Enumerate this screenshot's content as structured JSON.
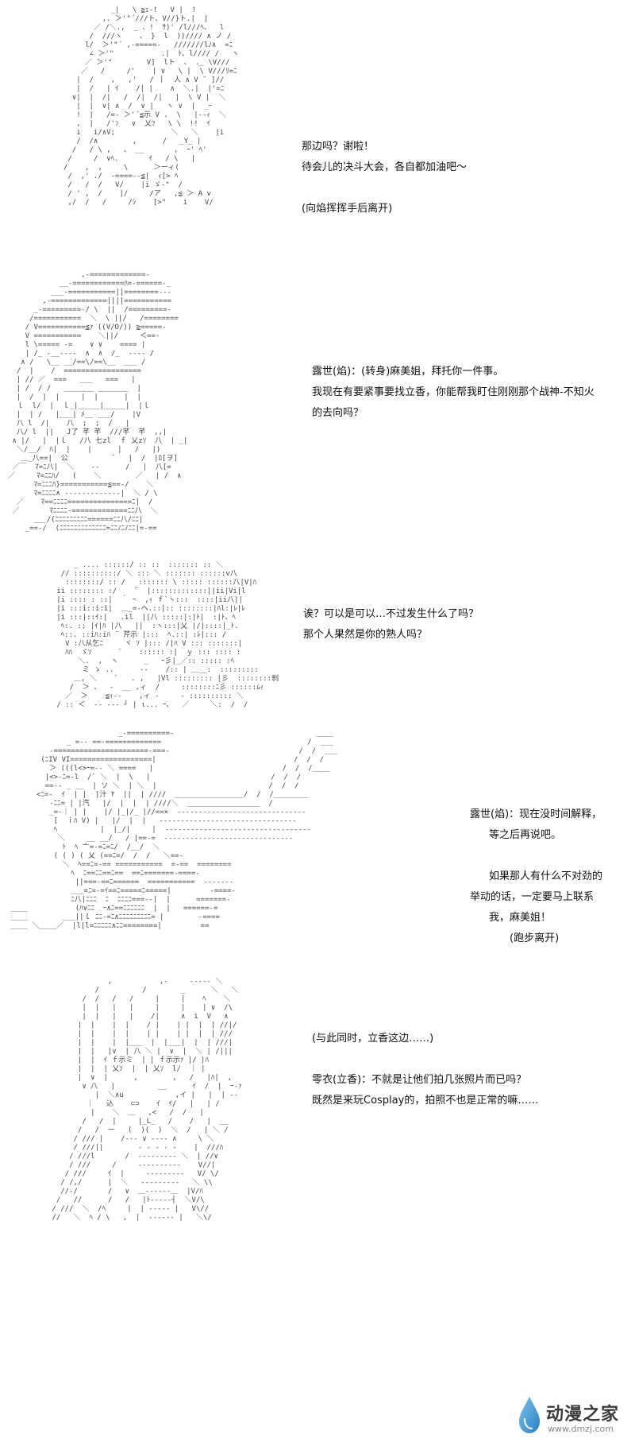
{
  "panels": [
    {
      "lines": [
        "那边吗？谢啦！",
        "待会儿的决斗大会，各自都加油吧～",
        "",
        "(向焰挥挥手后离开)"
      ]
    },
    {
      "lines": [
        "露世(焰)：(转身)麻美姐，拜托你一件事。",
        "我现在有要紧事要找立香，你能帮我盯住刚刚那个战神-不知火",
        "的去向吗？"
      ]
    },
    {
      "lines": [
        "诶？可以是可以…不过发生什么了吗？",
        "那个人果然是你的熟人吗？"
      ]
    },
    {
      "lines": [
        "露世(焰)：现在没时间解释，",
        "等之后再说吧。",
        "",
        "如果那人有什么不对劲的",
        "举动的话，一定要马上联系",
        "我，麻美姐！",
        "(跑步离开)"
      ]
    },
    {
      "lines": [
        "(与此同时，立香这边……)",
        "",
        "零衣(立香)：不就是让他们拍几张照片而已吗？",
        "既然是来玩Cosplay的，拍照不也是正常的嘛……"
      ]
    }
  ],
  "watermark": {
    "title": "动漫之家",
    "url": "www.dmzj.com",
    "accent_color": "#4aa3df",
    "icon": "water-drop-logo-icon"
  }
}
